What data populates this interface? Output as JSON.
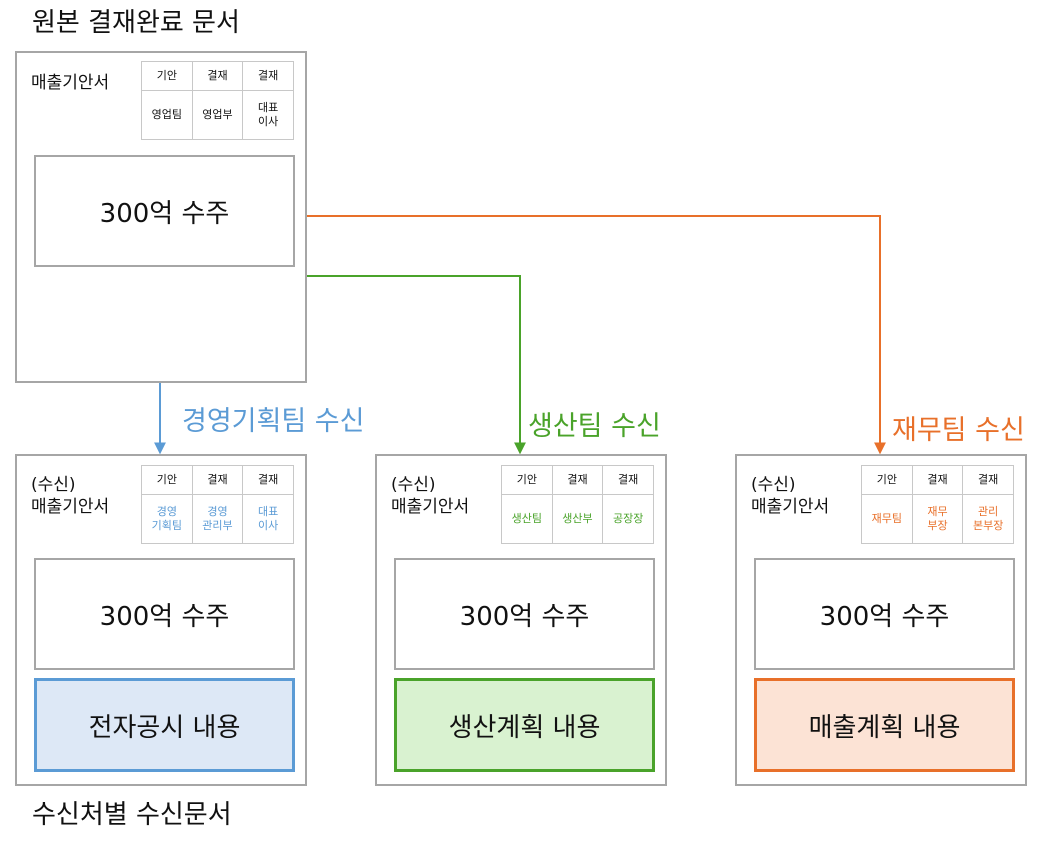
{
  "captions": {
    "top": "원본 결재완료 문서",
    "bottom": "수신처별 수신문서"
  },
  "colors": {
    "blue": "#5b9bd5",
    "green": "#4aa32a",
    "orange": "#e8702a",
    "blue_fill": "#dde8f6",
    "green_fill": "#d9f2d0",
    "orange_fill": "#fce3d5"
  },
  "original": {
    "title": "매출기안서",
    "approval_headers": [
      "기안",
      "결재",
      "결재"
    ],
    "approvers": [
      "영업팀",
      "영업부",
      "대표\n이사"
    ],
    "content": "300억 수주"
  },
  "branches": [
    {
      "label": "경영기획팀 수신",
      "doc_title": "(수신)\n매출기안서",
      "approval_headers": [
        "기안",
        "결재",
        "결재"
      ],
      "approvers": [
        "경영\n기획팀",
        "경영\n관리부",
        "대표\n이사"
      ],
      "content": "300억 수주",
      "sub_content": "전자공시 내용"
    },
    {
      "label": "생산팀 수신",
      "doc_title": "(수신)\n매출기안서",
      "approval_headers": [
        "기안",
        "결재",
        "결재"
      ],
      "approvers": [
        "생산팀",
        "생산부",
        "공장장"
      ],
      "content": "300억 수주",
      "sub_content": "생산계획 내용"
    },
    {
      "label": "재무팀 수신",
      "doc_title": "(수신)\n매출기안서",
      "approval_headers": [
        "기안",
        "결재",
        "결재"
      ],
      "approvers": [
        "재무팀",
        "재무\n부장",
        "관리\n본부장"
      ],
      "content": "300억 수주",
      "sub_content": "매출계획 내용"
    }
  ]
}
